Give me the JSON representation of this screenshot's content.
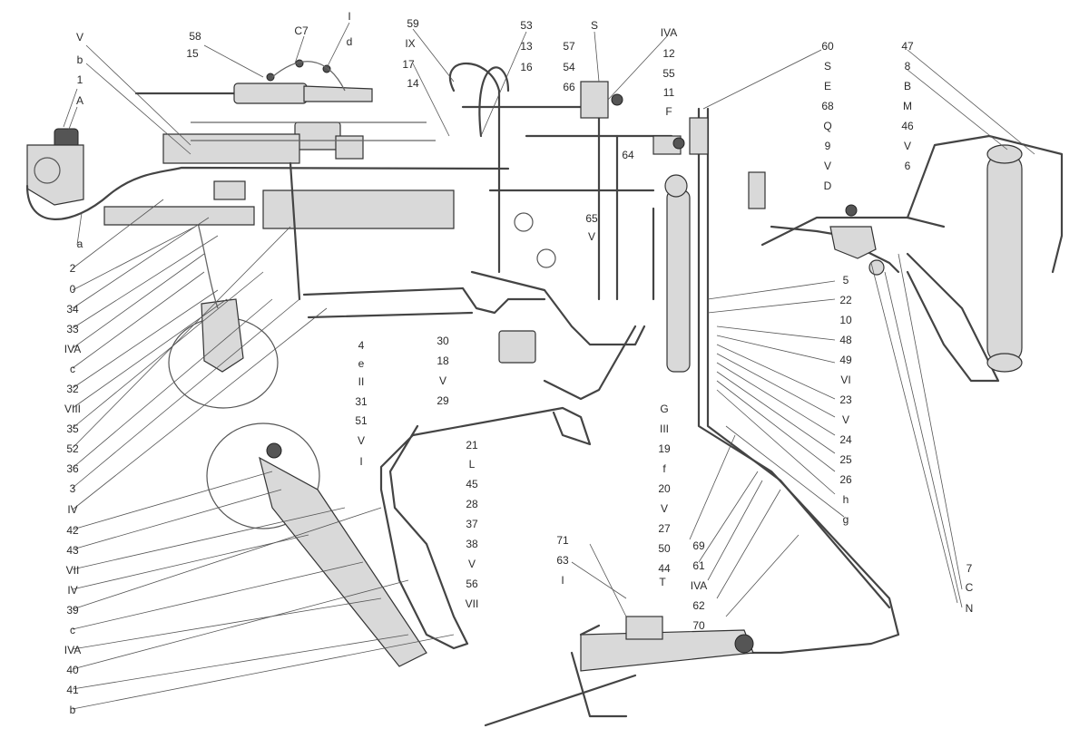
{
  "labels": {
    "l_V_tl": "V",
    "l_b_tl": "b",
    "l_1": "1",
    "l_A": "A",
    "l_a": "a",
    "l_2": "2",
    "l_0": "0",
    "l_34": "34",
    "l_33": "33",
    "l_IVA_1": "IVA",
    "l_c_1": "c",
    "l_32": "32",
    "l_VIII": "VIII",
    "l_35": "35",
    "l_52": "52",
    "l_36": "36",
    "l_3": "3",
    "l_IV_1": "IV",
    "l_42": "42",
    "l_43": "43",
    "l_VII": "VII",
    "l_IV_2": "IV",
    "l_39": "39",
    "l_c_2": "c",
    "l_IVA_2": "IVA",
    "l_40": "40",
    "l_41": "41",
    "l_b_bl": "b",
    "l_58": "58",
    "l_15": "15",
    "l_C7": "C7",
    "l_I_top": "I",
    "l_d": "d",
    "l_59": "59",
    "l_IX": "IX",
    "l_17": "17",
    "l_14": "14",
    "l_53": "53",
    "l_13": "13",
    "l_16": "16",
    "l_57": "57",
    "l_54": "54",
    "l_66": "66",
    "l_S_top": "S",
    "l_IVA_top": "IVA",
    "l_12": "12",
    "l_55": "55",
    "l_11": "11",
    "l_F": "F",
    "l_60": "60",
    "l_S_r": "S",
    "l_E": "E",
    "l_68": "68",
    "l_Q": "Q",
    "l_9": "9",
    "l_V_r": "V",
    "l_D": "D",
    "l_47": "47",
    "l_8": "8",
    "l_B": "B",
    "l_M": "M",
    "l_46": "46",
    "l_V_r2": "V",
    "l_6": "6",
    "l_64": "64",
    "l_65": "65",
    "l_V_65": "V",
    "l_5": "5",
    "l_22": "22",
    "l_10": "10",
    "l_48": "48",
    "l_49": "49",
    "l_VI": "VI",
    "l_23": "23",
    "l_V_23": "V",
    "l_24": "24",
    "l_25": "25",
    "l_26": "26",
    "l_h": "h",
    "l_g": "g",
    "l_4": "4",
    "l_e": "e",
    "l_II": "II",
    "l_31": "31",
    "l_51": "51",
    "l_V_51": "V",
    "l_I_mid": "I",
    "l_30": "30",
    "l_18": "18",
    "l_V_18": "V",
    "l_29": "29",
    "l_21": "21",
    "l_L": "L",
    "l_45": "45",
    "l_28": "28",
    "l_37": "37",
    "l_38": "38",
    "l_V_38": "V",
    "l_56": "56",
    "l_VII_b": "VII",
    "l_G": "G",
    "l_III": "III",
    "l_19": "19",
    "l_f": "f",
    "l_20": "20",
    "l_V_20": "V",
    "l_27": "27",
    "l_50": "50",
    "l_44": "44",
    "l_69": "69",
    "l_61": "61",
    "l_IVA_3": "IVA",
    "l_62": "62",
    "l_70": "70",
    "l_71": "71",
    "l_63": "63",
    "l_I_b": "I",
    "l_T": "T",
    "l_7": "7",
    "l_C_r": "C",
    "l_N": "N"
  }
}
